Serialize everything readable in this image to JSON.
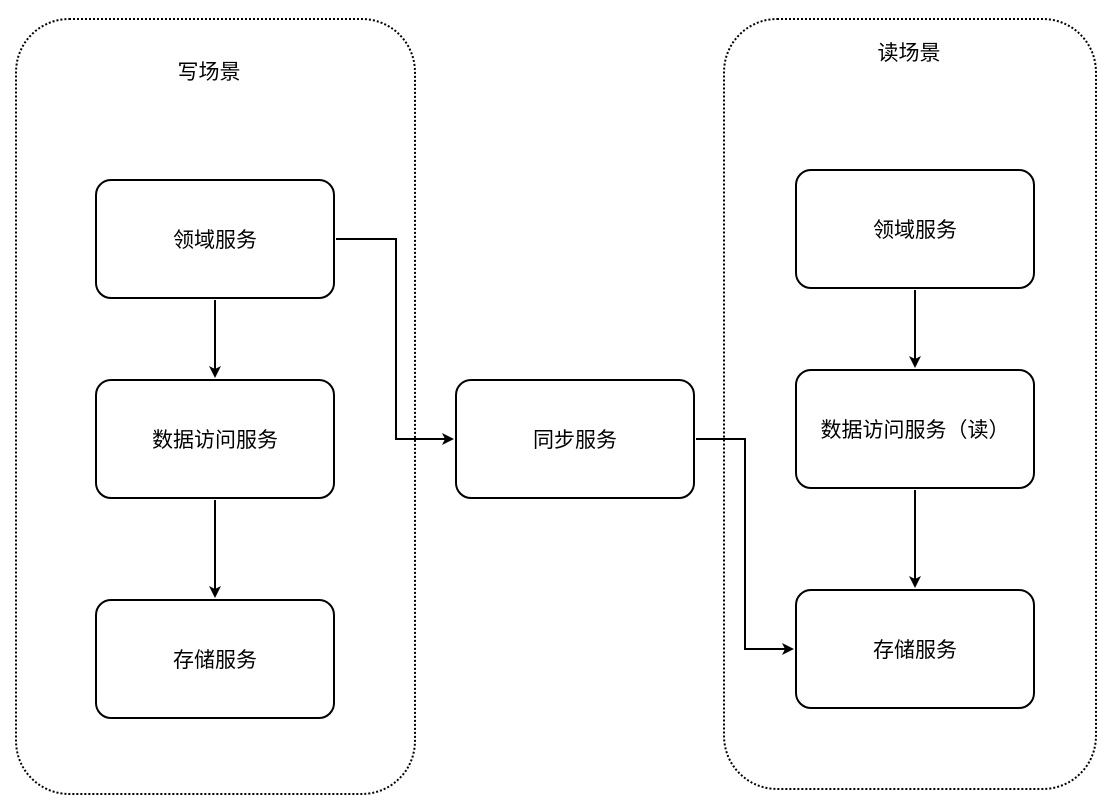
{
  "groups": {
    "write": {
      "title": "写场景"
    },
    "read": {
      "title": "读场景"
    }
  },
  "nodes": {
    "write_domain": "领域服务",
    "write_data_access": "数据访问服务",
    "write_storage": "存储服务",
    "sync": "同步服务",
    "read_domain": "领域服务",
    "read_data_access": "数据访问服务（读）",
    "read_storage": "存储服务"
  },
  "edges": [
    {
      "from": "write_domain",
      "to": "write_data_access"
    },
    {
      "from": "write_data_access",
      "to": "write_storage"
    },
    {
      "from": "write_domain",
      "to": "sync"
    },
    {
      "from": "sync",
      "to": "read_storage"
    },
    {
      "from": "read_domain",
      "to": "read_data_access"
    },
    {
      "from": "read_data_access",
      "to": "read_storage"
    }
  ]
}
